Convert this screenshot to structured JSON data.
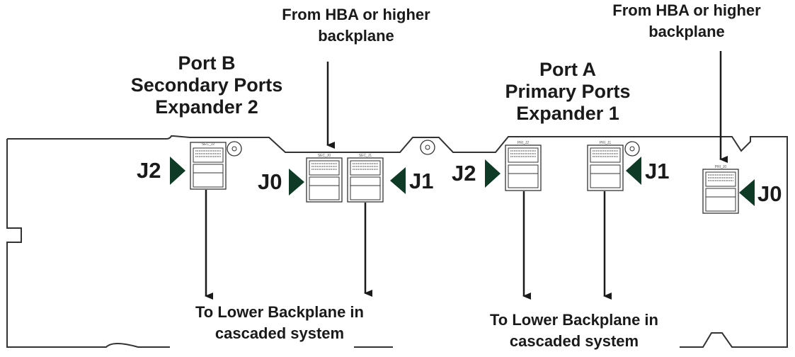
{
  "port_b": {
    "line1": "Port B",
    "line2": "Secondary Ports",
    "line3": "Expander 2",
    "connectors": {
      "j2": "J2",
      "j0": "J0",
      "j1": "J1"
    },
    "silk": {
      "sec_j2": "SEC_J2",
      "sec_j0": "SEC_J0",
      "sec_j1": "SEC_J1"
    }
  },
  "port_a": {
    "line1": "Port A",
    "line2": "Primary Ports",
    "line3": "Expander 1",
    "connectors": {
      "j2": "J2",
      "j1": "J1",
      "j0": "J0"
    },
    "silk": {
      "pri_j2": "PRI_J2",
      "pri_j1": "PRI_J1",
      "pri_j0": "PRI_J0"
    }
  },
  "from_hba_left": {
    "line1": "From HBA or higher",
    "line2": "backplane"
  },
  "from_hba_right": {
    "line1": "From HBA or higher",
    "line2": "backplane"
  },
  "to_lower_left": {
    "line1": "To Lower Backplane in",
    "line2": "cascaded system"
  },
  "to_lower_right": {
    "line1": "To Lower Backplane in",
    "line2": "cascaded system"
  },
  "colors": {
    "pointer": "#0f3a25",
    "ink": "#1a1a1a",
    "board": "#333333"
  }
}
